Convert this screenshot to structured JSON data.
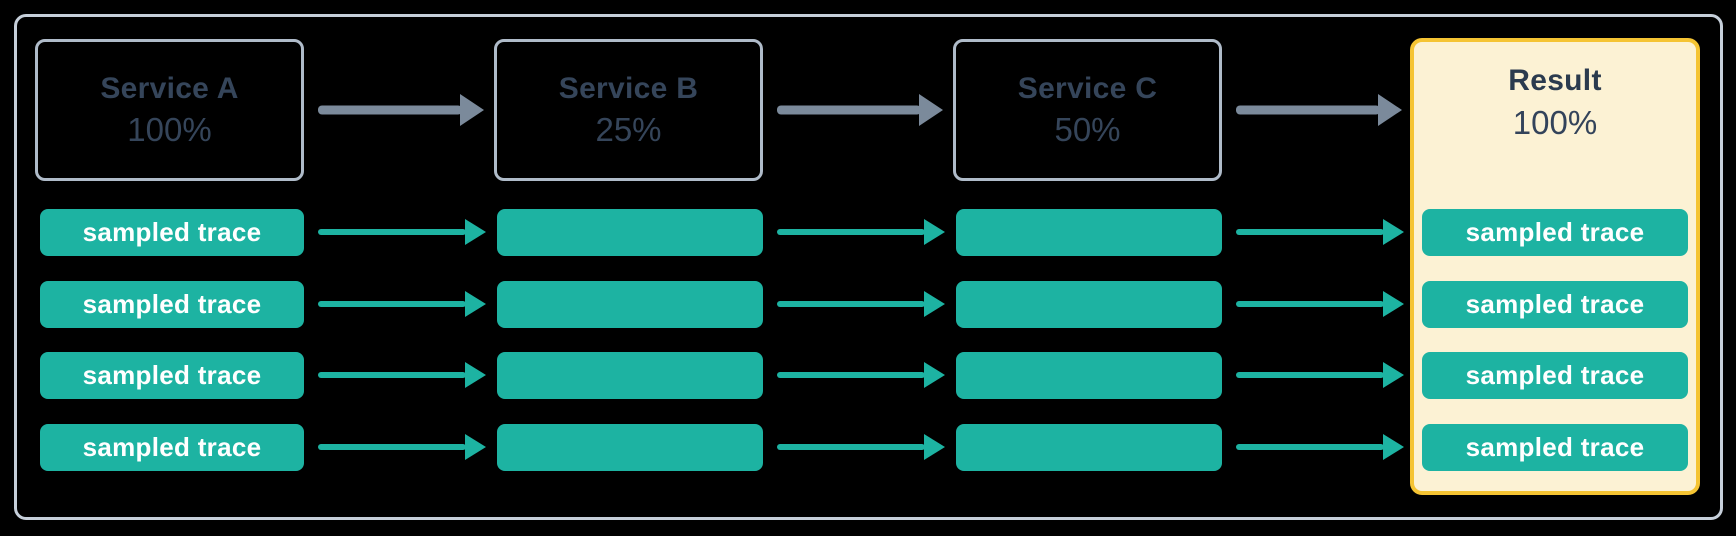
{
  "diagram": {
    "description": "head-based sampling flow across services",
    "columns": [
      {
        "id": "service-a",
        "title": "Service A",
        "percent": "100%",
        "type": "service"
      },
      {
        "id": "service-b",
        "title": "Service B",
        "percent": "25%",
        "type": "service"
      },
      {
        "id": "service-c",
        "title": "Service C",
        "percent": "50%",
        "type": "service"
      },
      {
        "id": "result",
        "title": "Result",
        "percent": "100%",
        "type": "result"
      }
    ],
    "trace_label": "sampled trace",
    "trace_rows": 4,
    "colors": {
      "background": "#000000",
      "outer_frame_border": "#c6cfda",
      "service_box_border": "#afbbc9",
      "service_text": "#35455a",
      "trace_fill": "#1db3a2",
      "trace_text": "#ffffff",
      "flow_arrow_gray": "#7b8a9b",
      "flow_arrow_teal": "#1db3a2",
      "result_fill": "#fcf2d4",
      "result_border": "#f5c433",
      "result_text": "#2b3b4e"
    }
  }
}
